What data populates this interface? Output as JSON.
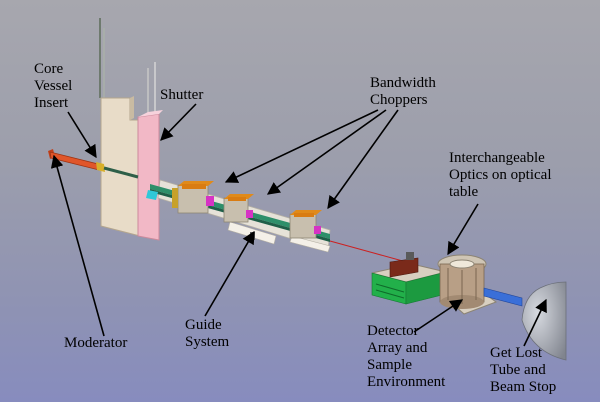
{
  "labels": {
    "core_vessel_insert": "Core\nVessel\nInsert",
    "shutter": "Shutter",
    "bandwidth_choppers": "Bandwidth\nChoppers",
    "interchangeable_optics": "Interchangeable\nOptics on optical\ntable",
    "moderator": "Moderator",
    "guide_system": "Guide\nSystem",
    "detector_array": "Detector\nArray and\nSample\nEnvironment",
    "beam_stop": "Get Lost\nTube and\nBeam Stop"
  },
  "colors": {
    "shutter": "#f2b8c6",
    "moderator": "#e0562a",
    "chopper": "#e08a1a",
    "guide": "#2e8f6a",
    "beam": "#cc2020",
    "detector_table": "#22b04a",
    "beam_stop": "#a9adb6",
    "get_lost_tube": "#3a6fd8",
    "annotation_arrow": "#000000"
  }
}
